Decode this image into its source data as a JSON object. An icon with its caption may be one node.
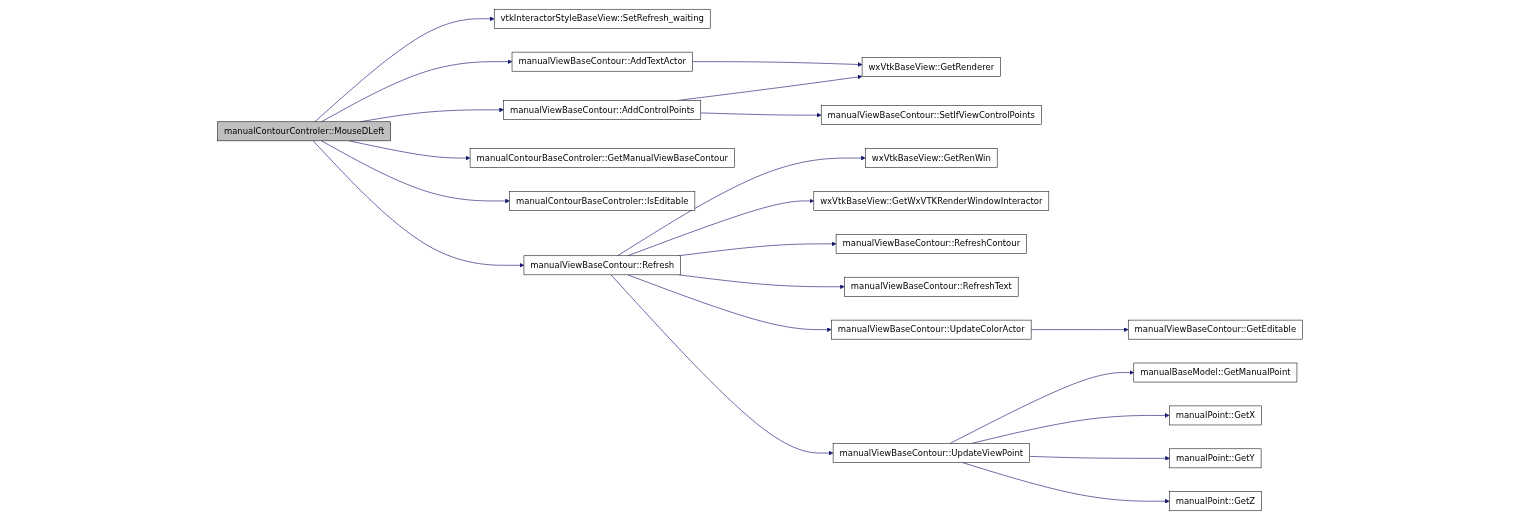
{
  "diagram": {
    "nodes": [
      {
        "text": [
          "manualContourControler::MouseDLeft"
        ]
      },
      {
        "text": [
          "manualViewBaseContour::AddTextActor"
        ]
      },
      {
        "text": [
          "wxVtkBaseView::GetRenderer"
        ]
      },
      {
        "text": [
          "manualViewBaseContour::AddControlPoints"
        ]
      },
      {
        "text": [
          "manualViewBaseContour::SetIfViewControlPoints"
        ]
      },
      {
        "text": [
          "manualContourBaseControler::GetManualViewBaseContour"
        ]
      },
      {
        "text": [
          "manualContourBaseControler::IsEditable"
        ]
      },
      {
        "text": [
          "manualViewBaseContour::Refresh"
        ]
      },
      {
        "text": [
          "wxVtkBaseView::GetRenWin"
        ]
      },
      {
        "text": [
          "wxVtkBaseView::GetWxVTKRenderWindowInteractor"
        ]
      },
      {
        "text": [
          "manualViewBaseContour::RefreshContour"
        ]
      },
      {
        "text": [
          "manualViewBaseContour::RefreshText"
        ]
      },
      {
        "text": [
          "vtkInteractorStyleBaseView::SetRefresh_waiting"
        ]
      },
      {
        "text": [
          "manualViewBaseContour::UpdateColorActor"
        ]
      },
      {
        "text": [
          "manualViewBaseContour::GetEditable"
        ]
      },
      {
        "text": [
          "manualViewBaseContour::UpdateViewPoint"
        ]
      },
      {
        "text": [
          "manualBaseModel::GetManualPoint"
        ]
      },
      {
        "text": [
          "manualPoint::GetX"
        ]
      },
      {
        "text": [
          "manualPoint::GetY"
        ]
      },
      {
        "text": [
          "manualPoint::GetZ"
        ]
      }
    ],
    "edges": [
      {
        "from": 0,
        "to": 1,
        "arrow": "to"
      },
      {
        "from": 0,
        "to": 3,
        "arrow": "to"
      },
      {
        "from": 0,
        "to": 5,
        "arrow": "to"
      },
      {
        "from": 0,
        "to": 6,
        "arrow": "to"
      },
      {
        "from": 0,
        "to": 7,
        "arrow": "to"
      },
      {
        "from": 0,
        "to": 12,
        "arrow": "to"
      },
      {
        "from": 1,
        "to": 2,
        "arrow": "to"
      },
      {
        "from": 3,
        "to": 2,
        "arrow": "to"
      },
      {
        "from": 3,
        "to": 4,
        "arrow": "to"
      },
      {
        "from": 7,
        "to": 8,
        "arrow": "to"
      },
      {
        "from": 7,
        "to": 9,
        "arrow": "to"
      },
      {
        "from": 7,
        "to": 10,
        "arrow": "to"
      },
      {
        "from": 7,
        "to": 11,
        "arrow": "to"
      },
      {
        "from": 7,
        "to": 13,
        "arrow": "to"
      },
      {
        "from": 7,
        "to": 15,
        "arrow": "to"
      },
      {
        "from": 13,
        "to": 14,
        "arrow": "to"
      },
      {
        "from": 15,
        "to": 16,
        "arrow": "to"
      },
      {
        "from": 15,
        "to": 17,
        "arrow": "to"
      },
      {
        "from": 15,
        "to": 18,
        "arrow": "to"
      },
      {
        "from": 15,
        "to": 19,
        "arrow": "to"
      }
    ]
  }
}
